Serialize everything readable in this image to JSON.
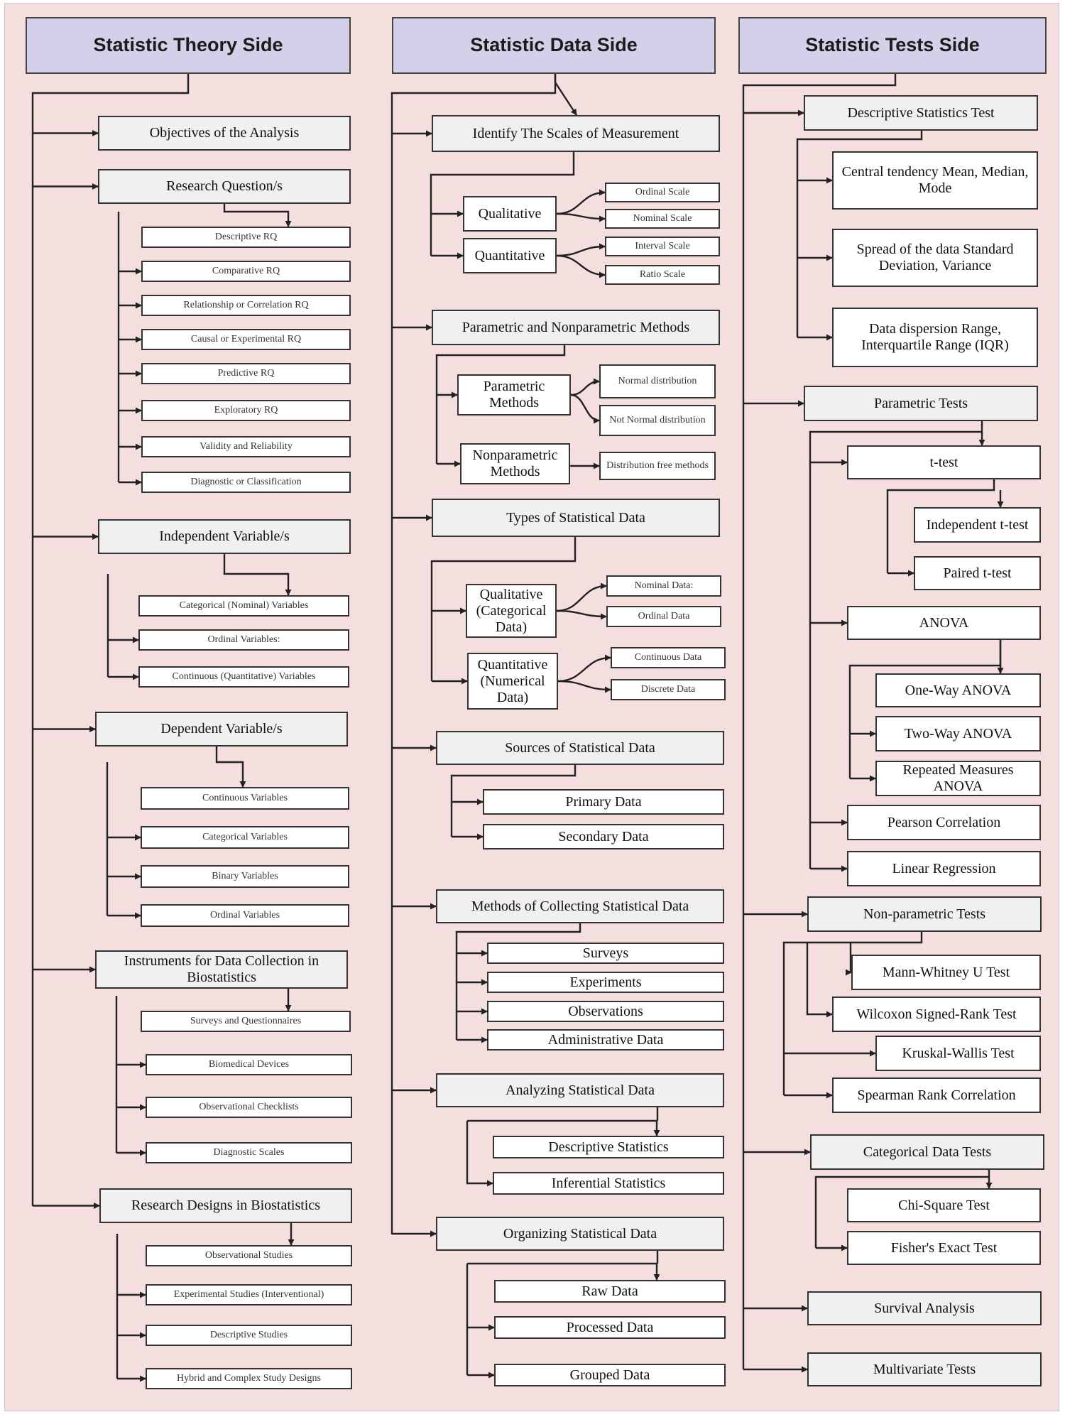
{
  "columns": [
    {
      "id": "theory",
      "title": "Statistic Theory Side",
      "sections": [
        {
          "label": "Objectives of the Analysis",
          "items": []
        },
        {
          "label": "Research Question/s",
          "items": [
            "Descriptive RQ",
            "Comparative RQ",
            "Relationship or Correlation RQ",
            "Causal or Experimental RQ",
            "Predictive RQ",
            "Exploratory RQ",
            "Validity and Reliability",
            "Diagnostic or Classification"
          ]
        },
        {
          "label": "Independent Variable/s",
          "items": [
            "Categorical (Nominal) Variables",
            "Ordinal Variables:",
            "Continuous (Quantitative) Variables"
          ]
        },
        {
          "label": "Dependent Variable/s",
          "items": [
            "Continuous Variables",
            "Categorical Variables",
            "Binary Variables",
            "Ordinal Variables"
          ]
        },
        {
          "label": "Instruments for Data Collection in Biostatistics",
          "items": [
            "Surveys and Questionnaires",
            "Biomedical Devices",
            "Observational Checklists",
            "Diagnostic Scales"
          ]
        },
        {
          "label": "Research Designs in Biostatistics",
          "items": [
            "Observational Studies",
            "Experimental Studies (Interventional)",
            "Descriptive Studies",
            "Hybrid and Complex Study Designs"
          ]
        }
      ]
    },
    {
      "id": "data",
      "title": "Statistic Data Side",
      "sections": [
        {
          "label": "Identify The Scales of Measurement",
          "groups": [
            {
              "label": "Qualitative",
              "items": [
                "Ordinal Scale",
                "Nominal Scale"
              ]
            },
            {
              "label": "Quantitative",
              "items": [
                "Interval Scale",
                "Ratio Scale"
              ]
            }
          ]
        },
        {
          "label": "Parametric and Nonparametric Methods",
          "groups": [
            {
              "label": "Parametric Methods",
              "items": [
                "Normal distribution",
                "Not Normal distribution"
              ]
            },
            {
              "label": "Nonparametric Methods",
              "items": [
                "Distribution free methods"
              ]
            }
          ]
        },
        {
          "label": "Types of Statistical Data",
          "groups": [
            {
              "label": "Qualitative (Categorical Data)",
              "items": [
                "Nominal Data:",
                "Ordinal Data"
              ]
            },
            {
              "label": "Quantitative (Numerical Data)",
              "items": [
                "Continuous Data",
                "Discrete Data"
              ]
            }
          ]
        },
        {
          "label": "Sources of Statistical Data",
          "items": [
            "Primary Data",
            "Secondary Data"
          ]
        },
        {
          "label": "Methods of Collecting Statistical Data",
          "items": [
            "Surveys",
            "Experiments",
            "Observations",
            "Administrative Data"
          ]
        },
        {
          "label": "Analyzing Statistical Data",
          "items": [
            "Descriptive Statistics",
            "Inferential Statistics"
          ]
        },
        {
          "label": "Organizing Statistical Data",
          "items": [
            "Raw Data",
            "Processed Data",
            "Grouped Data"
          ]
        }
      ]
    },
    {
      "id": "tests",
      "title": "Statistic Tests Side",
      "sections": [
        {
          "label": "Descriptive Statistics Test",
          "items": [
            "Central tendency Mean, Median, Mode",
            "Spread of the data Standard Deviation, Variance",
            "Data dispersion Range, Interquartile Range (IQR)"
          ]
        },
        {
          "label": "Parametric Tests",
          "groups": [
            {
              "label": "t-test",
              "items": [
                "Independent t-test",
                "Paired t-test"
              ]
            },
            {
              "label": "ANOVA",
              "items": [
                "One-Way ANOVA",
                "Two-Way ANOVA",
                "Repeated Measures ANOVA"
              ]
            },
            {
              "label": "Pearson Correlation",
              "items": []
            },
            {
              "label": "Linear Regression",
              "items": []
            }
          ]
        },
        {
          "label": "Non-parametric Tests",
          "items": [
            "Mann-Whitney U Test",
            "Wilcoxon Signed-Rank Test",
            "Kruskal-Wallis Test",
            "Spearman Rank Correlation"
          ]
        },
        {
          "label": "Categorical Data Tests",
          "items": [
            "Chi-Square Test",
            "Fisher's Exact Test"
          ]
        },
        {
          "label": "Survival Analysis",
          "items": []
        },
        {
          "label": "Multivariate Tests",
          "items": []
        }
      ]
    }
  ]
}
